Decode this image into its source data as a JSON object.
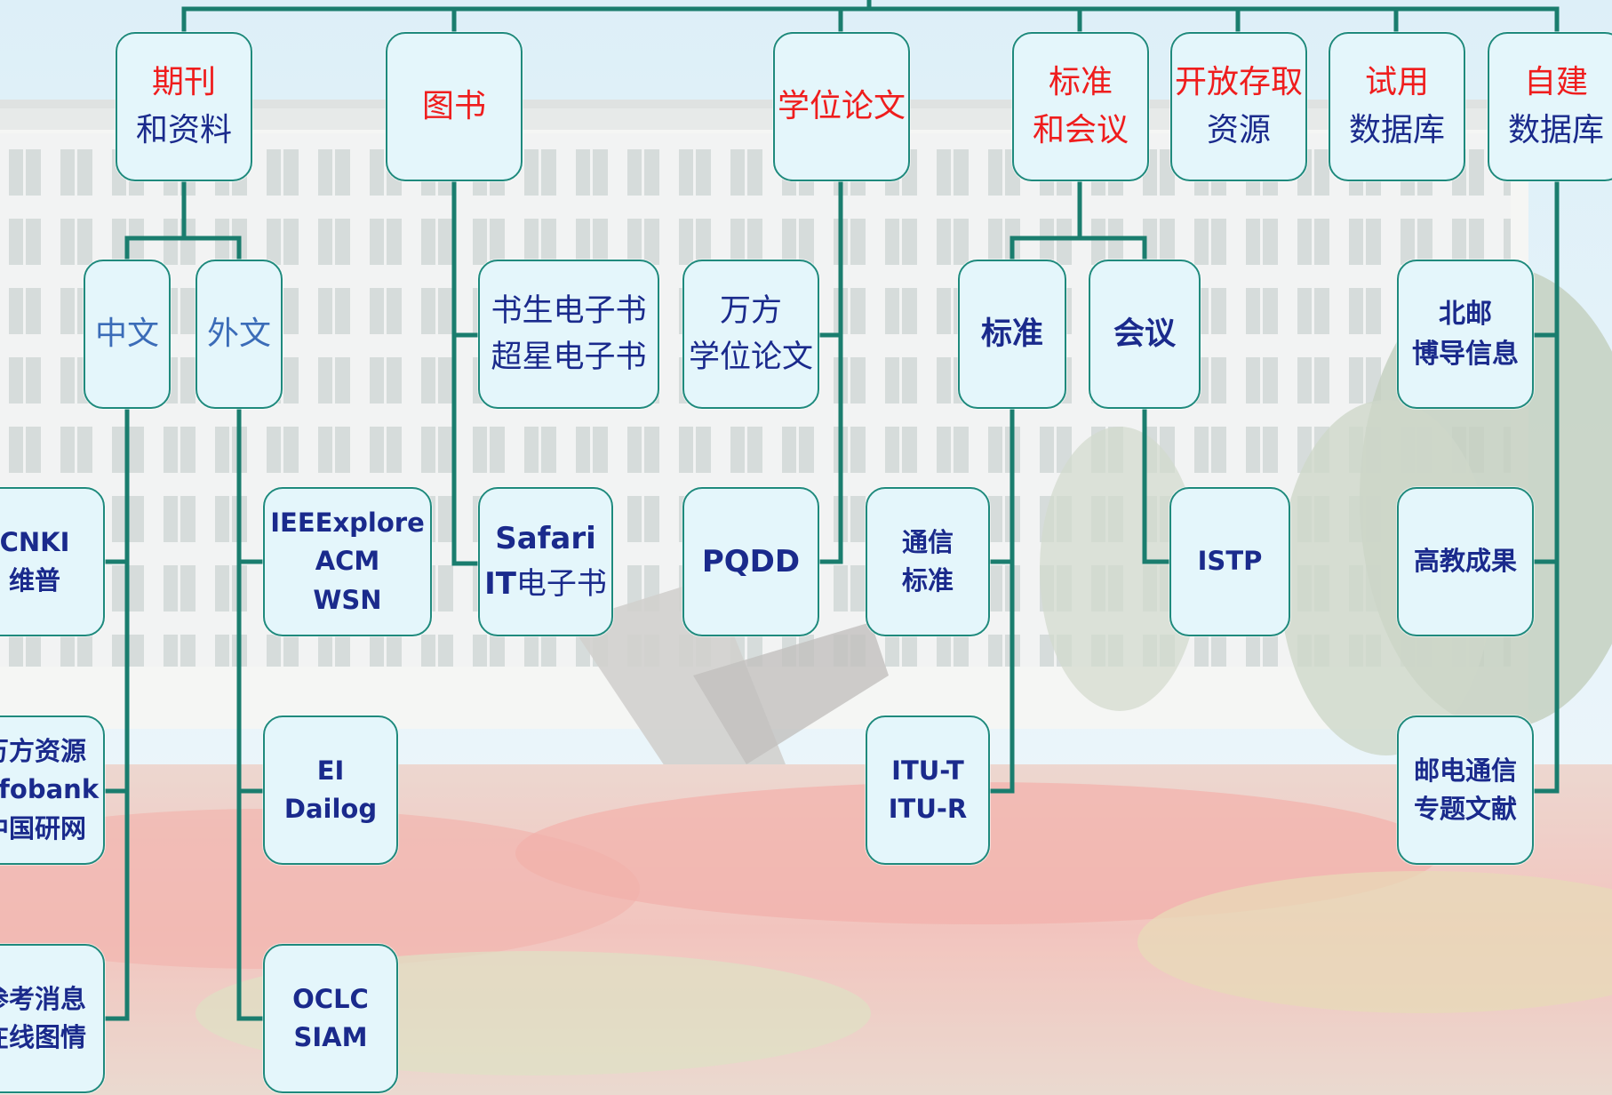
{
  "colors": {
    "connector": "#1a7d6e",
    "box_fill": "#e4f6fb",
    "box_border": "#1f8a7d",
    "category_text": "#ef1d1d",
    "node_text": "#1a2a8c"
  },
  "categories": {
    "journals": [
      "期刊",
      "和资料"
    ],
    "books": [
      "图书"
    ],
    "theses": [
      "学位论文"
    ],
    "standards_conferences": [
      "标准",
      "和会议"
    ],
    "open_access": [
      "开放存取",
      "资源"
    ],
    "trial": [
      "试用",
      "数据库"
    ],
    "self_built": [
      "自建",
      "数据库"
    ]
  },
  "subcategories": {
    "chinese": "中文",
    "foreign": "外文",
    "ebooks": [
      "书生电子书",
      "超星电子书"
    ],
    "wanfang_theses": [
      "万方",
      "学位论文"
    ],
    "standard": "标准",
    "conference": "会议",
    "bupt_advisors": [
      "北邮",
      "博导信息"
    ]
  },
  "leaves": {
    "cnki": [
      "CNKI",
      "维普"
    ],
    "wanfang": [
      "万方资源",
      "Infobank",
      "中国研网"
    ],
    "cankao": [
      "参考消息",
      "在线图情"
    ],
    "ieee": [
      "IEEExplore",
      "ACM",
      "WSN"
    ],
    "ei": [
      "EI",
      "Dailog"
    ],
    "oclc": [
      "OCLC",
      "SIAM"
    ],
    "safari_line1": "Safari",
    "safari_line2_latin": "IT",
    "safari_line2_cn": "电子书",
    "pqdd": "PQDD",
    "telecom_std": [
      "通信",
      "标准"
    ],
    "itu": [
      "ITU-T",
      "ITU-R"
    ],
    "istp": "ISTP",
    "achievements": "高教成果",
    "post_telecom": [
      "邮电通信",
      "专题文献"
    ]
  }
}
